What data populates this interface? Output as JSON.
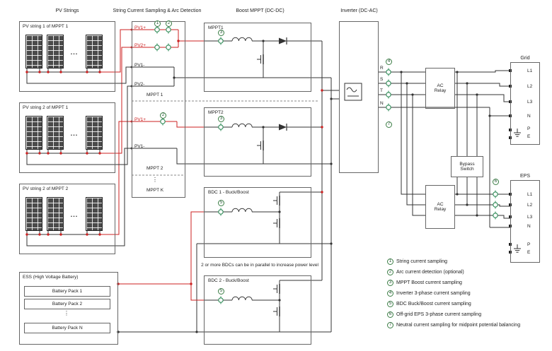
{
  "headers": {
    "pv_strings": "PV Strings",
    "sampling": "String Current Sampling & Arc Detection",
    "boost": "Boost MPPT (DC-DC)",
    "inverter": "Inverter (DC-AC)"
  },
  "pv": {
    "box1": "PV string 1 of MPPT 1",
    "box2": "PV string 2 of MPPT 1",
    "box3": "PV string 2 of MPPT 2",
    "ellipsis": "..."
  },
  "ess": {
    "title": "ESS (High Voltage Battery)",
    "pack1": "Battery Pack 1",
    "pack2": "Battery Pack 2",
    "dots": "⋮",
    "packN": "Battery Pack N"
  },
  "sampling": {
    "pv1p_a": "PV1+",
    "pv2p": "PV2+",
    "pv1n_a": "PV1-",
    "pv2n": "PV2-",
    "mppt1": "MPPT 1",
    "pv1p_b": "PV1+",
    "pv1n_b": "PV1-",
    "mppt2": "MPPT 2",
    "dots": "⋮",
    "mpptk": "MPPT K"
  },
  "converters": {
    "mppt1": "MPPT1",
    "mppt2": "MPPT2",
    "bdc1": "BDC 1 - Buck/Boost",
    "bdc2": "BDC 2 - Buck/Boost",
    "note": "2 or more BDCs can be in parallel to increase power level"
  },
  "inverter": {
    "r": "R",
    "s": "S",
    "t": "T",
    "n": "N"
  },
  "ac": {
    "relay1": "AC Relay",
    "relay2": "AC Relay",
    "bypass": "Bypass Switch"
  },
  "grid": {
    "title": "Grid",
    "l1": "L1",
    "l2": "L2",
    "l3": "L3",
    "n": "N",
    "p": "P",
    "e": "E"
  },
  "eps": {
    "title": "EPS",
    "l1": "L1",
    "l2": "L2",
    "l3": "L3",
    "n": "N",
    "p": "P",
    "e": "E"
  },
  "markers": {
    "m1": "1",
    "m2": "2",
    "m3": "3",
    "m4": "4",
    "m5": "5",
    "m6": "6",
    "m7": "7"
  },
  "legend": [
    {
      "num": "1",
      "text": "String current sampling"
    },
    {
      "num": "2",
      "text": "Arc current detection (optional)"
    },
    {
      "num": "3",
      "text": "MPPT Boost current sampling"
    },
    {
      "num": "4",
      "text": "Inverter 3-phase current sampling"
    },
    {
      "num": "5",
      "text": "BDC Buck/Boost current sampling"
    },
    {
      "num": "6",
      "text": "Off-grid EPS 3-phase current sampling"
    },
    {
      "num": "7",
      "text": "Neutral current sampling for midpoint potential balancing"
    }
  ],
  "colors": {
    "wire_pos": "#cc2222",
    "wire_neg": "#333333",
    "sensor": "#2e8b57"
  }
}
